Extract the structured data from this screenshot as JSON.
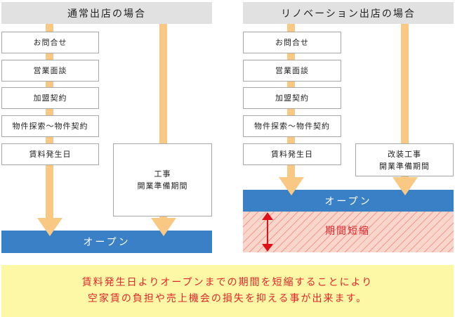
{
  "left": {
    "title": "通常出店の場合",
    "steps": [
      "お問合せ",
      "営業面談",
      "加盟契約",
      "物件探索〜物件契約",
      "賃料発生日"
    ],
    "work": [
      "工事",
      "開業準備期間"
    ],
    "open": "オープン"
  },
  "right": {
    "title": "リノベーション出店の場合",
    "steps": [
      "お問合せ",
      "営業面談",
      "加盟契約",
      "物件探索〜物件契約",
      "賃料発生日"
    ],
    "work": [
      "改装工事",
      "開業準備期間"
    ],
    "open": "オープン",
    "shortened": "期間短縮"
  },
  "note": [
    "賃料発生日よりオープンまでの期間を短縮することにより",
    "空家賃の負担や売上機会の損失を抑える事が出来ます。"
  ],
  "colors": {
    "arrow": "#f9c984",
    "open": "#3a80c6",
    "note_bg": "#fdf8a6",
    "note_text": "#e0262a"
  }
}
